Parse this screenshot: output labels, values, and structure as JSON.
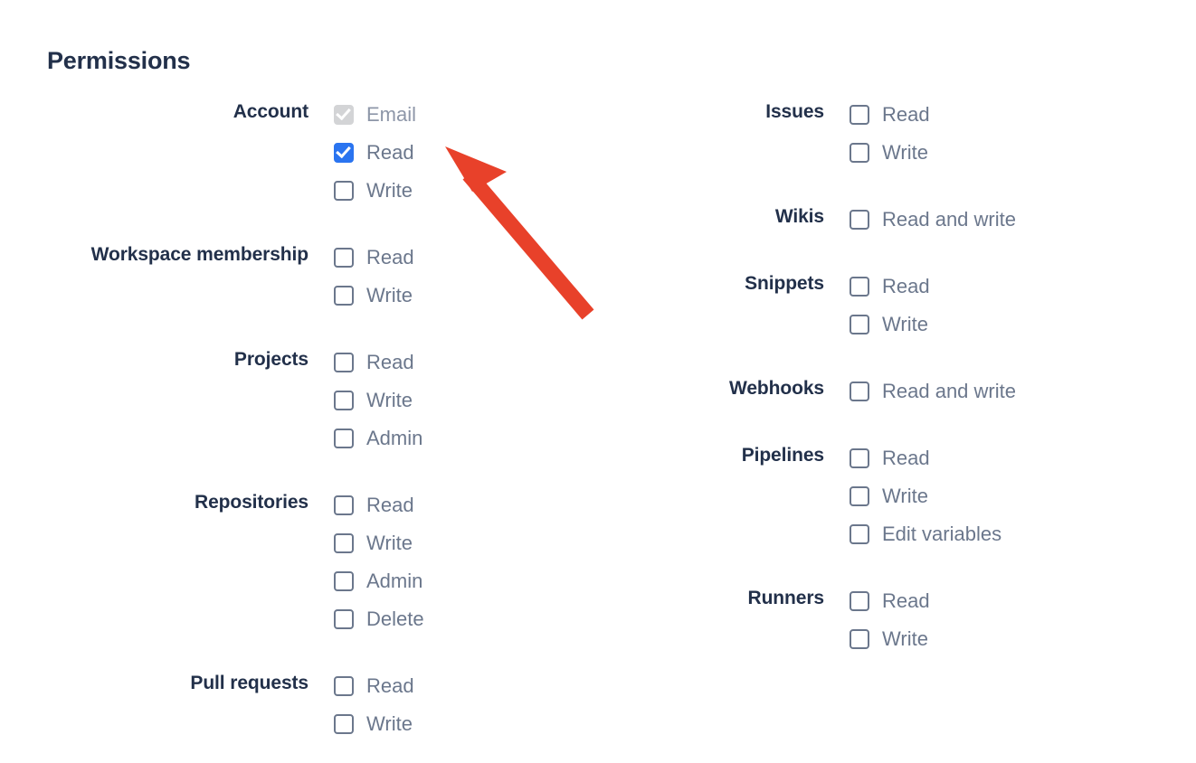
{
  "page": {
    "title": "Permissions",
    "accent_checked_color": "#2a74f0",
    "disabled_color": "#d3d4d6",
    "label_color": "#22304a",
    "option_color": "#6b778c",
    "arrow_color": "#e8412a"
  },
  "annotation": {
    "icon": "red-arrow-pointing-up-left",
    "points_at": "Account Read checkbox",
    "color": "#e8412a"
  },
  "columns": {
    "left": [
      {
        "label": "Account",
        "options": [
          {
            "label": "Email",
            "state": "disabled-checked"
          },
          {
            "label": "Read",
            "state": "checked"
          },
          {
            "label": "Write",
            "state": "unchecked"
          }
        ]
      },
      {
        "label": "Workspace membership",
        "options": [
          {
            "label": "Read",
            "state": "unchecked"
          },
          {
            "label": "Write",
            "state": "unchecked"
          }
        ]
      },
      {
        "label": "Projects",
        "options": [
          {
            "label": "Read",
            "state": "unchecked"
          },
          {
            "label": "Write",
            "state": "unchecked"
          },
          {
            "label": "Admin",
            "state": "unchecked"
          }
        ]
      },
      {
        "label": "Repositories",
        "options": [
          {
            "label": "Read",
            "state": "unchecked"
          },
          {
            "label": "Write",
            "state": "unchecked"
          },
          {
            "label": "Admin",
            "state": "unchecked"
          },
          {
            "label": "Delete",
            "state": "unchecked"
          }
        ]
      },
      {
        "label": "Pull requests",
        "options": [
          {
            "label": "Read",
            "state": "unchecked"
          },
          {
            "label": "Write",
            "state": "unchecked"
          }
        ]
      }
    ],
    "right": [
      {
        "label": "Issues",
        "options": [
          {
            "label": "Read",
            "state": "unchecked"
          },
          {
            "label": "Write",
            "state": "unchecked"
          }
        ]
      },
      {
        "label": "Wikis",
        "options": [
          {
            "label": "Read and write",
            "state": "unchecked"
          }
        ]
      },
      {
        "label": "Snippets",
        "options": [
          {
            "label": "Read",
            "state": "unchecked"
          },
          {
            "label": "Write",
            "state": "unchecked"
          }
        ]
      },
      {
        "label": "Webhooks",
        "options": [
          {
            "label": "Read and write",
            "state": "unchecked"
          }
        ]
      },
      {
        "label": "Pipelines",
        "options": [
          {
            "label": "Read",
            "state": "unchecked"
          },
          {
            "label": "Write",
            "state": "unchecked"
          },
          {
            "label": "Edit variables",
            "state": "unchecked"
          }
        ]
      },
      {
        "label": "Runners",
        "options": [
          {
            "label": "Read",
            "state": "unchecked"
          },
          {
            "label": "Write",
            "state": "unchecked"
          }
        ]
      }
    ]
  }
}
